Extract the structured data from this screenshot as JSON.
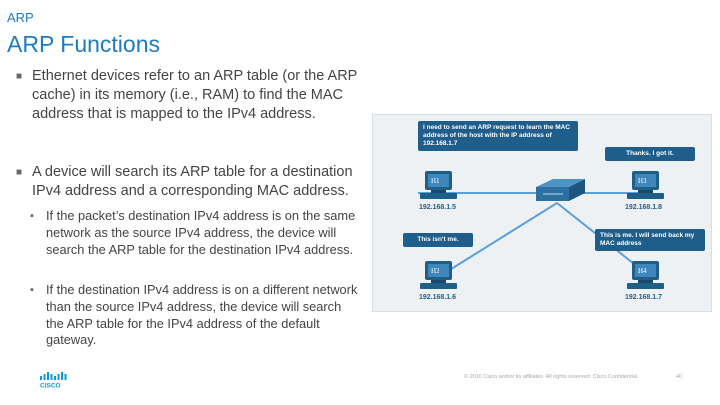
{
  "header": {
    "section": "ARP",
    "title": "ARP Functions"
  },
  "bullets": [
    "Ethernet devices refer to an ARP table (or the ARP cache) in its memory (i.e., RAM) to find the MAC address that is mapped to the IPv4 address.",
    "A device will search its ARP table for a destination IPv4 address and a corresponding MAC address."
  ],
  "sub_bullets": [
    "If the packet’s destination IPv4 address is on the same network as the source IPv4 address, the device will search the ARP table for the destination IPv4 address.",
    "If the destination IPv4 address is on a different network than the source IPv4 address, the device will search the ARP table for the IPv4 address of the default gateway."
  ],
  "diagram": {
    "bubble_request": "I need to send an ARP request to learn the MAC address of the host with the IP address of 192.168.1.7",
    "bubble_thanks": "Thanks. I got it.",
    "bubble_not_me": "This isn't me.",
    "bubble_is_me": "This is me. I will send back my MAC address",
    "hosts": [
      {
        "name": "H1",
        "ip": "192.168.1.5"
      },
      {
        "name": "H3",
        "ip": "192.168.1.8"
      },
      {
        "name": "H2",
        "ip": "192.168.1.6"
      },
      {
        "name": "H4",
        "ip": "192.168.1.7"
      }
    ],
    "colors": {
      "bubble": "#1f5e8a",
      "cable": "#5aa0d8",
      "monitor": "#1d5f86"
    }
  },
  "footer": {
    "copyright": "© 2016 Cisco and/or its affiliates. All rights reserved. Cisco Confidential",
    "page_number": "40",
    "logo_icon": "cisco-logo-icon",
    "colors": {
      "title": "#1f7bc0",
      "text": "#444444",
      "logo": "#049fd9"
    }
  }
}
